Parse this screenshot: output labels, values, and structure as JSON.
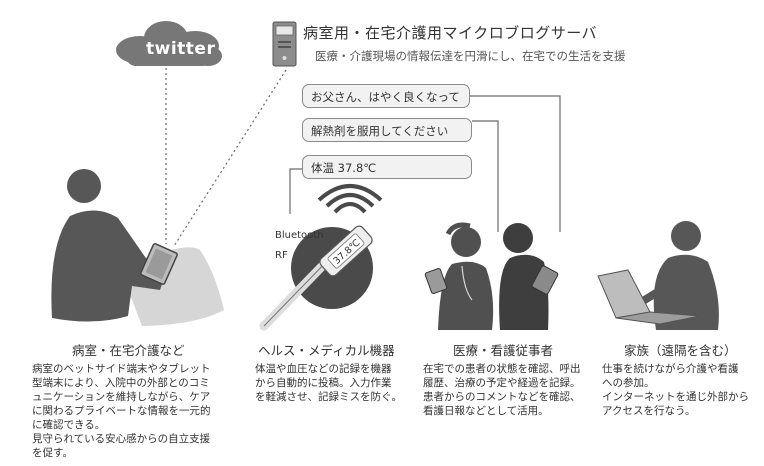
{
  "header": {
    "title": "病室用・在宅介護用マイクロブログサーバ",
    "subtitle": "医療・介護現場の情報伝達を円滑にし、在宅での生活を支援"
  },
  "twitter_label": "twitter",
  "bubbles": [
    "お父さん、はやく良くなって",
    "解熱剤を服用してください",
    "体温 37.8℃"
  ],
  "device": {
    "bluetooth_label": "Bluetooth",
    "rf_label": "RF",
    "thermometer_reading": "37.8℃"
  },
  "columns": [
    {
      "heading": "病室・在宅介護など",
      "body": "病室のベットサイド端末やタブレット\n型端末により、入院中の外部とのコミ\nュニケーションを維持しながら、ケア\nに関わるプライベートな情報を一元的\nに確認できる。\n見守られている安心感からの自立支援\nを促す。"
    },
    {
      "heading": "ヘルス・メディカル機器",
      "body": "体温や血圧などの記録を機器\nから自動的に投稿。入力作業\nを軽減させ、記録ミスを防ぐ。"
    },
    {
      "heading": "医療・看護従事者",
      "body": "在宅での患者の状態を確認、呼出\n履歴、治療の予定や経過を記録。\n患者からのコメントなどを確認、\n看護日報などとして活用。"
    },
    {
      "heading": "家族（遠隔を含む）",
      "body": "仕事を続けながら介護や看護\nへの参加。\nインターネットを通じ外部から\nアクセスを行なう。"
    }
  ]
}
